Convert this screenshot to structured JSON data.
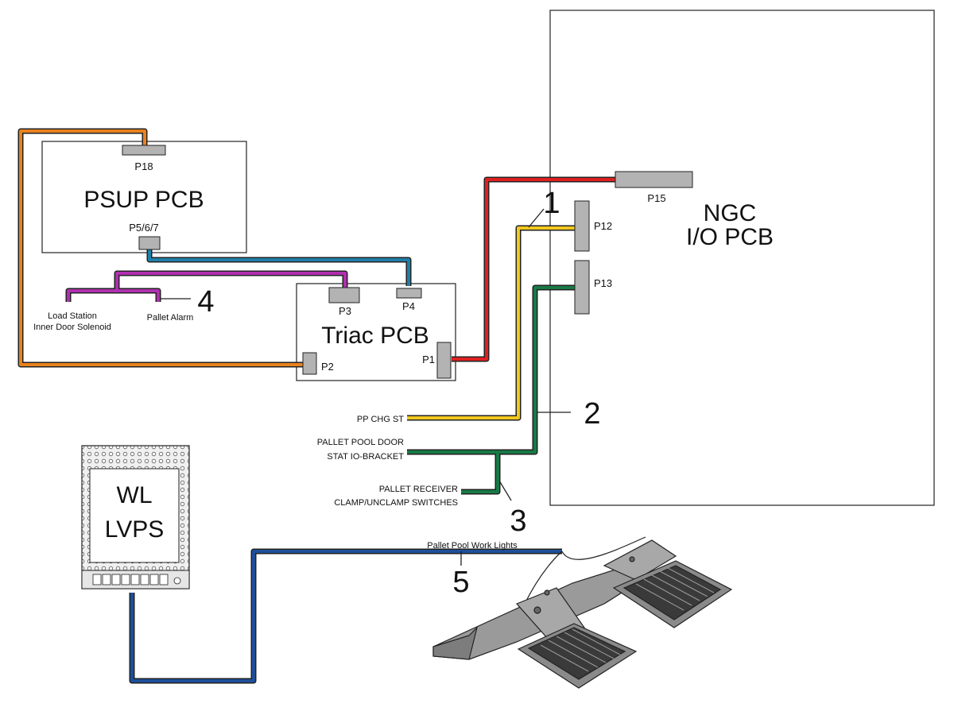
{
  "boards": {
    "psup": {
      "title": "PSUP PCB",
      "p18": "P18",
      "p567": "P5/6/7"
    },
    "triac": {
      "title": "Triac PCB",
      "p3": "P3",
      "p4": "P4",
      "p2": "P2",
      "p1": "P1"
    },
    "ngc": {
      "title_line1": "NGC",
      "title_line2": "I/O PCB",
      "p15": "P15",
      "p12": "P12",
      "p13": "P13"
    },
    "wl_lvps": {
      "line1": "WL",
      "line2": "LVPS"
    }
  },
  "labels": {
    "load_station_1": "Load Station",
    "load_station_2": "Inner Door Solenoid",
    "pallet_alarm": "Pallet Alarm",
    "pp_chg_st": "PP CHG ST",
    "pallet_pool_door_1": "PALLET POOL DOOR",
    "pallet_pool_door_2": "STAT IO-BRACKET",
    "pallet_receiver_1": "PALLET RECEIVER",
    "pallet_receiver_2": "CLAMP/UNCLAMP SWITCHES",
    "work_lights": "Pallet Pool Work Lights"
  },
  "callouts": {
    "c1": "1",
    "c2": "2",
    "c3": "3",
    "c4": "4",
    "c5": "5"
  },
  "colors": {
    "orange": "#e8821e",
    "teal": "#1f7fa8",
    "magenta": "#b02fb0",
    "red": "#e02020",
    "yellow": "#f2c81e",
    "green": "#177a45",
    "navy": "#1d4f9a",
    "connector": "#b3b3b3"
  }
}
